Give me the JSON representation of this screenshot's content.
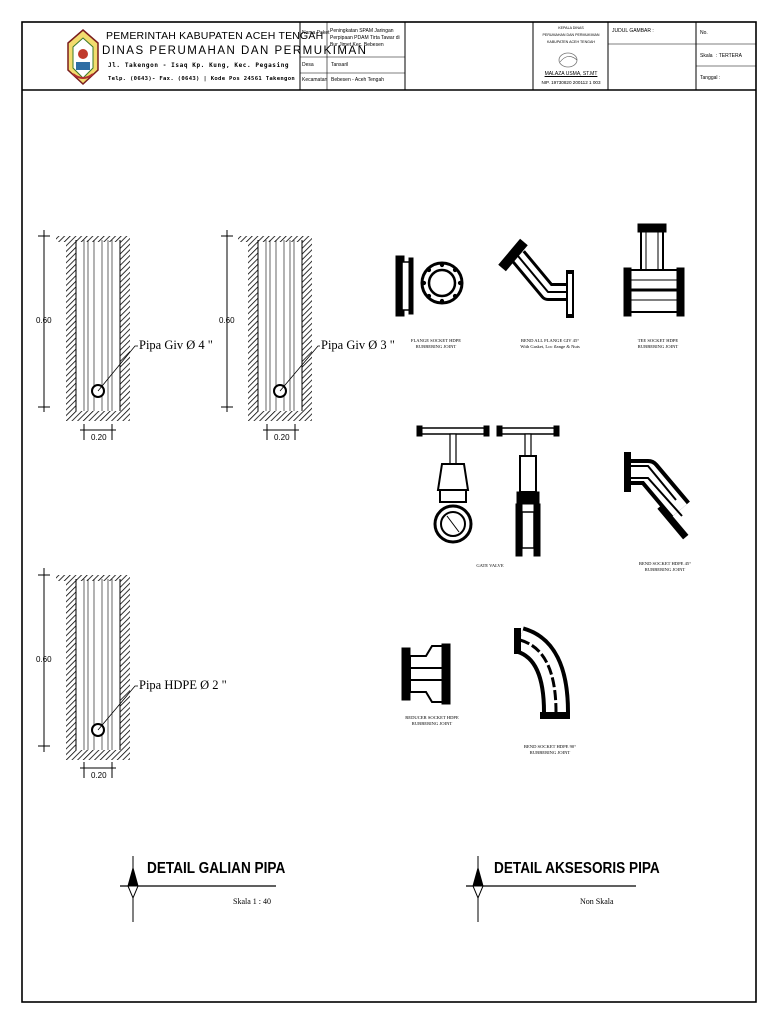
{
  "header": {
    "gov_line": "PEMERINTAH KABUPATEN ACEH TENGAH",
    "dept_line": "DINAS  PERUMAHAN DAN PERMUKIMAN",
    "address_line": "Jl. Takengon - Isaq Kp. Kung, Kec. Pegasing",
    "phone_line": "Telp. (0643)- Fax. (0643) | Kode Pos 24561 Takengon",
    "fields": [
      {
        "label": "Nama Paket",
        "value": "Peningkatan SPAM Jaringan Perpipaan PDAM Tirta Tawar di Bur Jimet Kec. Bebesen"
      },
      {
        "label": "Desa",
        "value": "Tansaril"
      },
      {
        "label": "Kecamatan",
        "value": "Bebesen - Aceh Tengah"
      }
    ],
    "approval": {
      "line1": "KEPALA DINAS",
      "line2": "PERUMAHAN DAN PERMUKIMAN",
      "line3": "KABUPATEN ACEH TENGAH",
      "name": "MALAZA USMA, ST.MT",
      "nip": "NIP. 19730820 200112 1 003"
    },
    "judul_label": "JUDUL GAMBAR :",
    "no_label": "No.",
    "skala_label": "Skala",
    "skala_value": ": TERTERA",
    "tanggal_label": "Tanggal :"
  },
  "trenches": [
    {
      "height": "0.60",
      "width": "0.20",
      "pipe": "Pipa Giv Ø 4 \""
    },
    {
      "height": "0.60",
      "width": "0.20",
      "pipe": "Pipa Giv Ø 3 \""
    },
    {
      "height": "0.60",
      "width": "0.20",
      "pipe": "Pipa HDPE Ø 2 \""
    }
  ],
  "fittings": {
    "flange": [
      "FLANGE SOCKET HDPE",
      "RUBBERING JOINT"
    ],
    "bend45_all": [
      "BEND ALL FLANGE GIV 45°",
      "With Gasket, Loc flange & Nuts"
    ],
    "tee": [
      "TEE SOCKET HDPE",
      "RUBBERING JOINT"
    ],
    "gate": [
      "GATE VALVE"
    ],
    "bend45_socket": [
      "BEND SOCKET HDPE 45°",
      "RUBBERING JOINT"
    ],
    "reducer": [
      "REDUCER SOCKET HDPE",
      "RUBBERING JOINT"
    ],
    "bend90": [
      "BEND SOCKET HDPE 90°",
      "RUBBERING JOINT"
    ]
  },
  "sections": {
    "galian": {
      "title": "DETAIL GALIAN PIPA",
      "scale": "Skala  1 : 40"
    },
    "aksesoris": {
      "title": "DETAIL AKSESORIS PIPA",
      "scale": "Non Skala"
    }
  }
}
